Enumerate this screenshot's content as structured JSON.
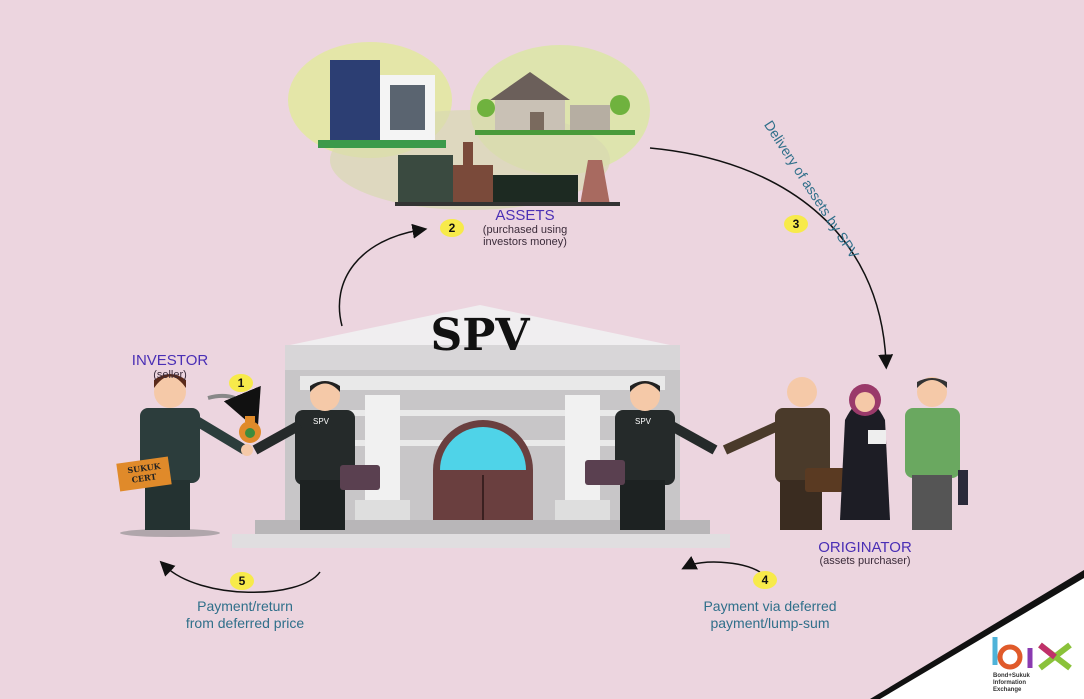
{
  "spv": {
    "title": "SPV",
    "agent_badge": "SPV"
  },
  "assets": {
    "title": "ASSETS",
    "subtitle_line1": "(purchased using",
    "subtitle_line2": "investors money)"
  },
  "investor": {
    "title": "INVESTOR",
    "subtitle": "(seller)",
    "certificate_line1": "SUKUK",
    "certificate_line2": "CERT"
  },
  "originator": {
    "title": "ORIGINATOR",
    "subtitle": "(assets purchaser)"
  },
  "steps": [
    {
      "number": "1"
    },
    {
      "number": "2"
    },
    {
      "number": "3",
      "caption": "Delivery of assets by SPV"
    },
    {
      "number": "4",
      "caption_line1": "Payment via deferred",
      "caption_line2": "payment/lump-sum"
    },
    {
      "number": "5",
      "caption_line1": "Payment/return",
      "caption_line2": "from deferred price"
    }
  ],
  "logo": {
    "mark": "bix",
    "line1": "Bond+Sukuk",
    "line2": "Information",
    "line3": "Exchange"
  },
  "colors": {
    "background": "#ecd5df",
    "title": "#4a2fb5",
    "caption": "#2f6f8a",
    "badge": "#f7ea4a"
  }
}
